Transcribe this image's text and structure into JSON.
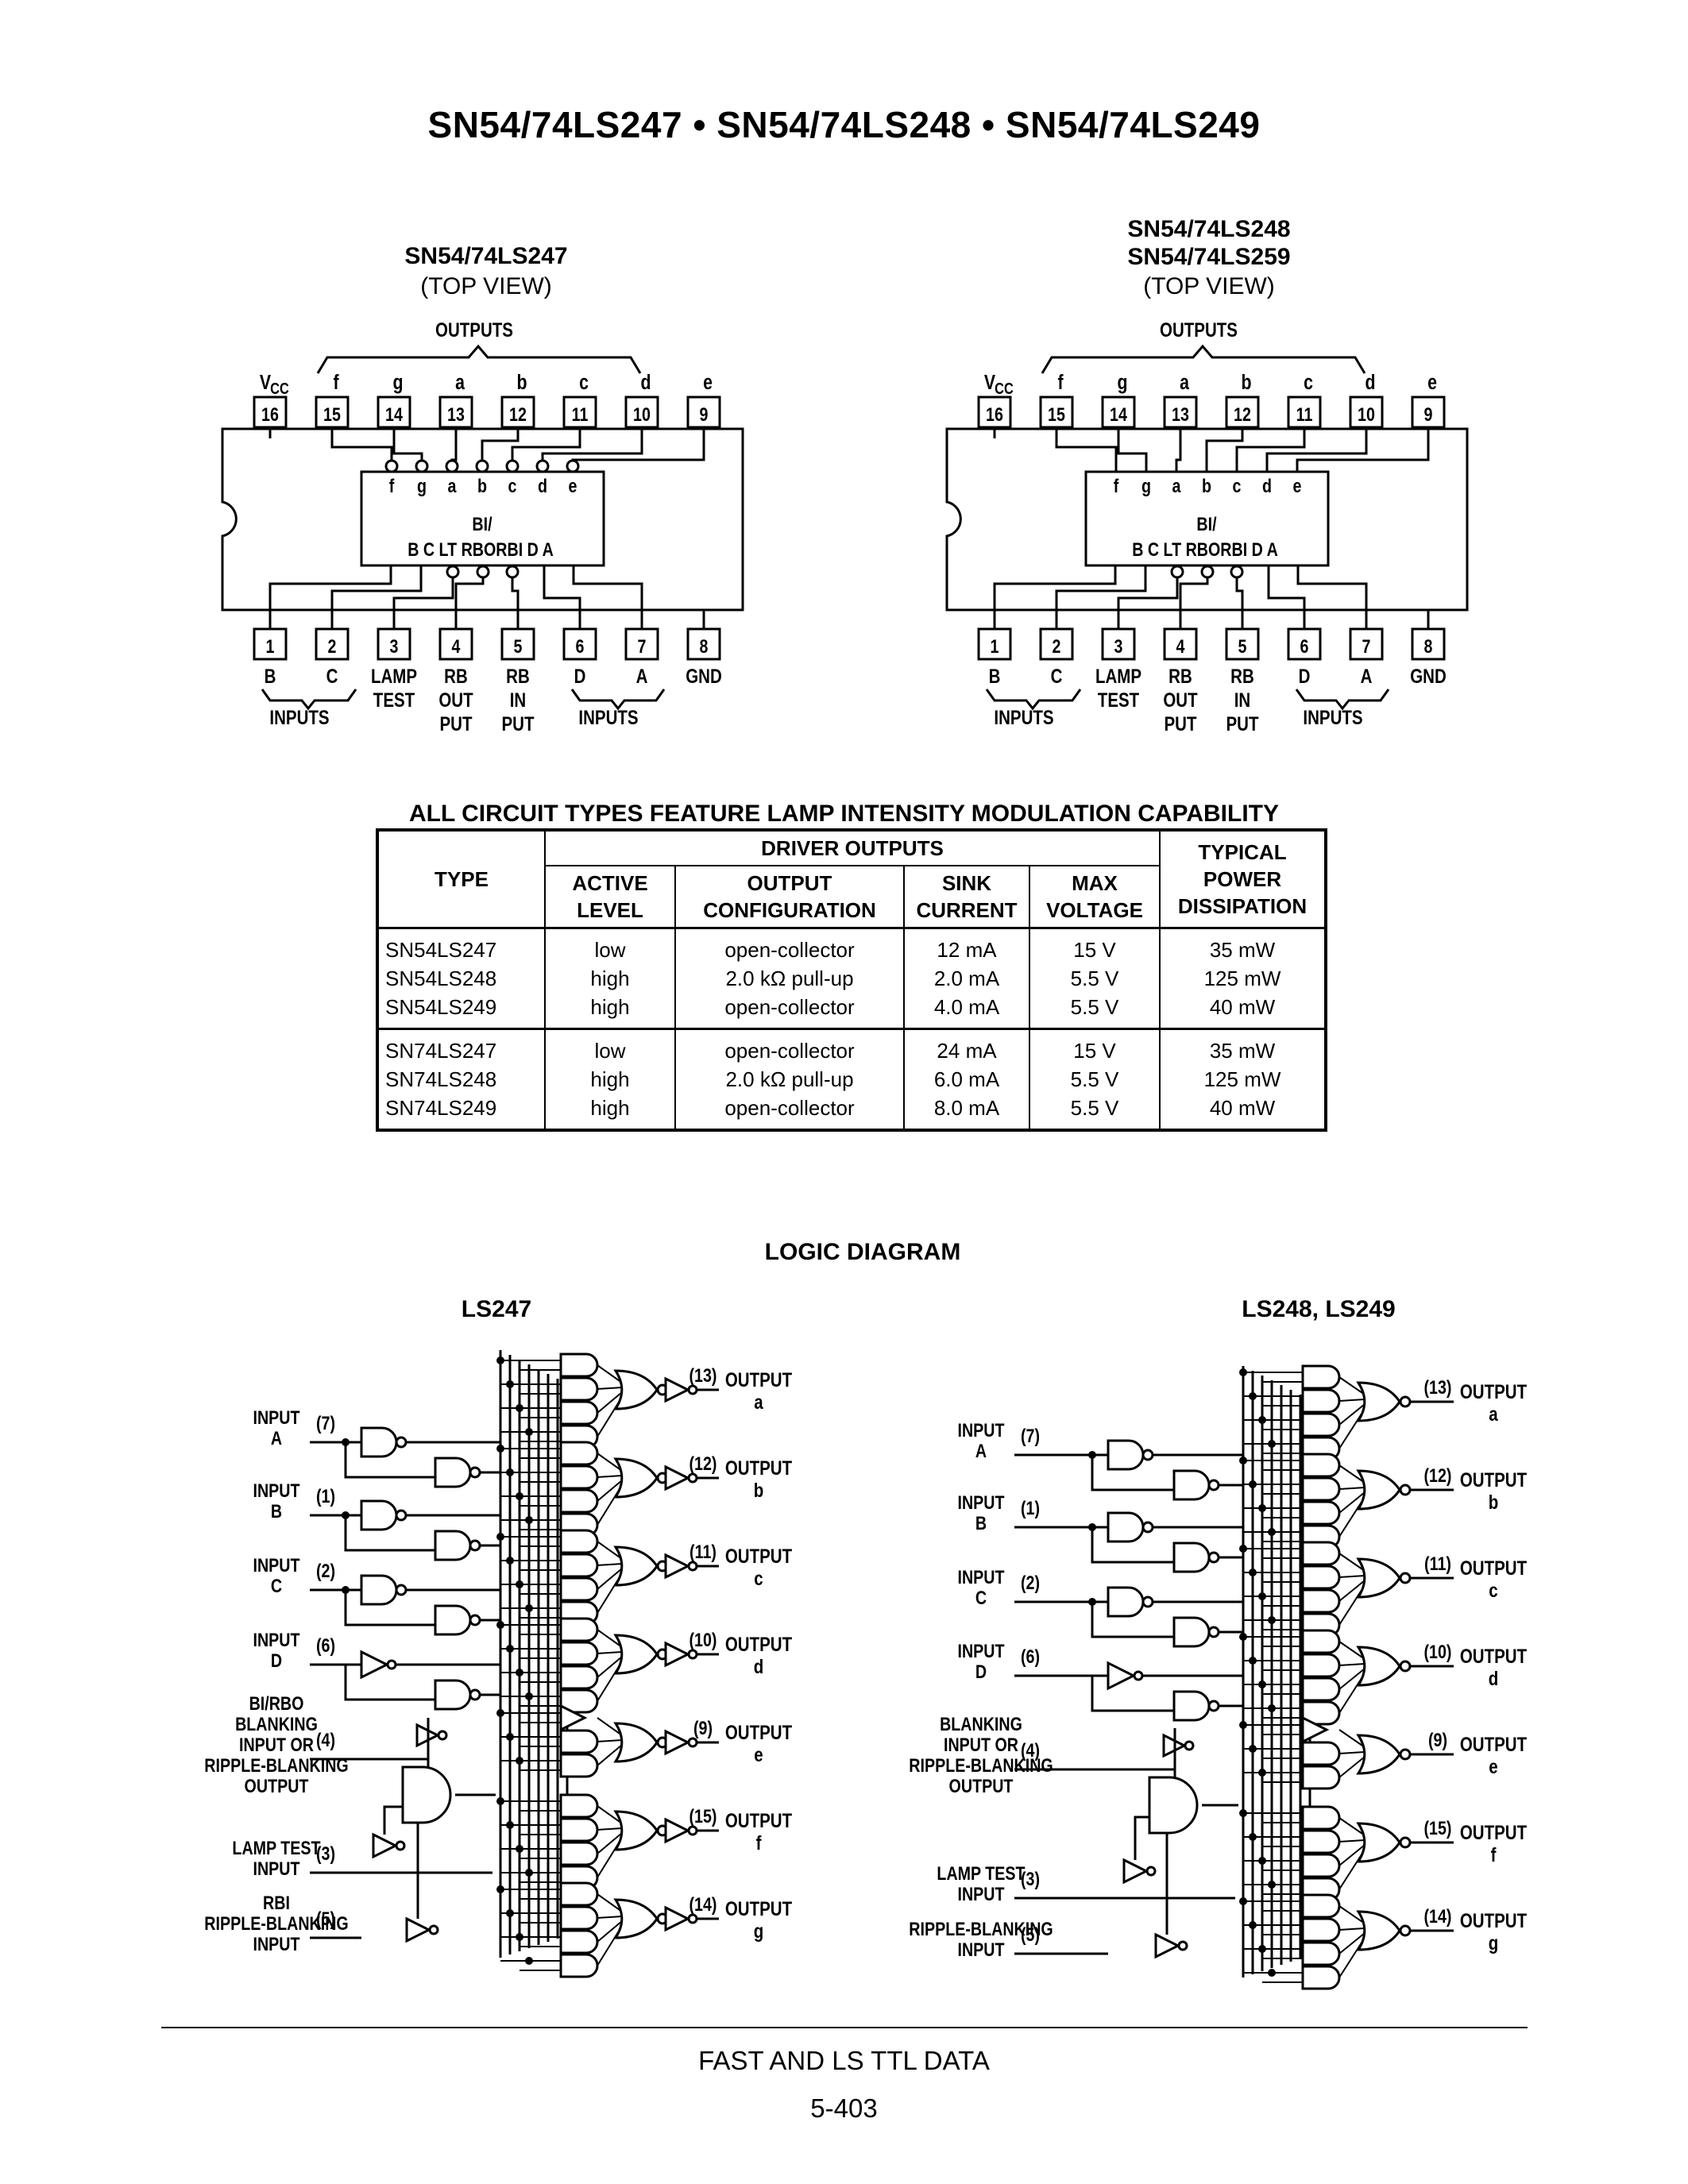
{
  "page_title": "SN54/74LS247 • SN54/74LS248 • SN54/74LS249",
  "pin_diagrams": [
    {
      "title_lines": [
        "SN54/74LS247",
        "(TOP VIEW)"
      ]
    },
    {
      "title_lines": [
        "SN54/74LS248",
        "SN54/74LS259",
        "(TOP VIEW)"
      ]
    }
  ],
  "pinout": {
    "outputs_label": "OUTPUTS",
    "inputs_label": "INPUTS",
    "vcc_label": "VCC",
    "top_pins": [
      {
        "num": "16",
        "label": "VCC"
      },
      {
        "num": "15",
        "label": "f"
      },
      {
        "num": "14",
        "label": "g"
      },
      {
        "num": "13",
        "label": "a"
      },
      {
        "num": "12",
        "label": "b"
      },
      {
        "num": "11",
        "label": "c"
      },
      {
        "num": "10",
        "label": "d"
      },
      {
        "num": "9",
        "label": "e"
      }
    ],
    "bottom_pins": [
      {
        "num": "1",
        "label": [
          "B"
        ]
      },
      {
        "num": "2",
        "label": [
          "C"
        ]
      },
      {
        "num": "3",
        "label": [
          "LAMP",
          "TEST"
        ]
      },
      {
        "num": "4",
        "label": [
          "RB",
          "OUT",
          "PUT"
        ]
      },
      {
        "num": "5",
        "label": [
          "RB",
          "IN",
          "PUT"
        ]
      },
      {
        "num": "6",
        "label": [
          "D"
        ]
      },
      {
        "num": "7",
        "label": [
          "A"
        ]
      },
      {
        "num": "8",
        "label": [
          "GND"
        ]
      }
    ],
    "chip_top_labels": [
      "f",
      "g",
      "a",
      "b",
      "c",
      "d",
      "e"
    ],
    "chip_bi_label": "BI/",
    "chip_bottom_labels": "B  C  LT RBORBI  D  A"
  },
  "table": {
    "caption": "ALL CIRCUIT TYPES FEATURE LAMP INTENSITY MODULATION CAPABILITY",
    "header_type": "TYPE",
    "header_group": "DRIVER OUTPUTS",
    "header_power": [
      "TYPICAL",
      "POWER",
      "DISSIPATION"
    ],
    "sub_headers": [
      [
        "ACTIVE",
        "LEVEL"
      ],
      [
        "OUTPUT",
        "CONFIGURATION"
      ],
      [
        "SINK",
        "CURRENT"
      ],
      [
        "MAX",
        "VOLTAGE"
      ]
    ],
    "rows": [
      [
        "SN54LS247",
        "low",
        "open-collector",
        "12 mA",
        "15 V",
        "35 mW"
      ],
      [
        "SN54LS248",
        "high",
        "2.0 kΩ pull-up",
        "2.0 mA",
        "5.5 V",
        "125 mW"
      ],
      [
        "SN54LS249",
        "high",
        "open-collector",
        "4.0 mA",
        "5.5 V",
        "40 mW"
      ],
      [
        "SN74LS247",
        "low",
        "open-collector",
        "24 mA",
        "15 V",
        "35 mW"
      ],
      [
        "SN74LS248",
        "high",
        "2.0 kΩ pull-up",
        "6.0 mA",
        "5.5 V",
        "125 mW"
      ],
      [
        "SN74LS249",
        "high",
        "open-collector",
        "8.0 mA",
        "5.5 V",
        "40 mW"
      ]
    ]
  },
  "logic": {
    "title": "LOGIC DIAGRAM",
    "left_title": "LS247",
    "right_title": "LS248, LS249",
    "left_inputs": [
      {
        "label": [
          "INPUT",
          "A"
        ],
        "pin": "(7)"
      },
      {
        "label": [
          "INPUT",
          "B"
        ],
        "pin": "(1)"
      },
      {
        "label": [
          "INPUT",
          "C"
        ],
        "pin": "(2)"
      },
      {
        "label": [
          "INPUT",
          "D"
        ],
        "pin": "(6)"
      },
      {
        "label": [
          "BI/RBO",
          "BLANKING",
          "INPUT OR",
          "RIPPLE-BLANKING",
          "OUTPUT"
        ],
        "pin": "(4)"
      },
      {
        "label": [
          "LAMP TEST",
          "INPUT"
        ],
        "pin": "(3)"
      },
      {
        "label": [
          "RBI",
          "RIPPLE-BLANKING",
          "INPUT"
        ],
        "pin": "(5)"
      }
    ],
    "right_inputs": [
      {
        "label": [
          "INPUT",
          "A"
        ],
        "pin": "(7)"
      },
      {
        "label": [
          "INPUT",
          "B"
        ],
        "pin": "(1)"
      },
      {
        "label": [
          "INPUT",
          "C"
        ],
        "pin": "(2)"
      },
      {
        "label": [
          "INPUT",
          "D"
        ],
        "pin": "(6)"
      },
      {
        "label": [
          "BLANKING",
          "INPUT OR",
          "RIPPLE-BLANKING",
          "OUTPUT"
        ],
        "pin": "(4)"
      },
      {
        "label": [
          "LAMP TEST",
          "INPUT"
        ],
        "pin": "(3)"
      },
      {
        "label": [
          "RIPPLE-BLANKING",
          "INPUT"
        ],
        "pin": "(5)"
      }
    ],
    "outputs": [
      {
        "pin": "(13)",
        "label": "OUTPUT",
        "seg": "a"
      },
      {
        "pin": "(12)",
        "label": "OUTPUT",
        "seg": "b"
      },
      {
        "pin": "(11)",
        "label": "OUTPUT",
        "seg": "c"
      },
      {
        "pin": "(10)",
        "label": "OUTPUT",
        "seg": "d"
      },
      {
        "pin": "(9)",
        "label": "OUTPUT",
        "seg": "e"
      },
      {
        "pin": "(15)",
        "label": "OUTPUT",
        "seg": "f"
      },
      {
        "pin": "(14)",
        "label": "OUTPUT",
        "seg": "g"
      }
    ]
  },
  "footer": {
    "line1": "FAST AND LS TTL DATA",
    "line2": "5-403"
  }
}
